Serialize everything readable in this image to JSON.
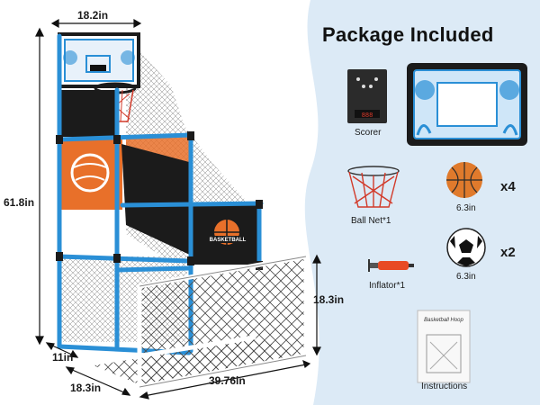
{
  "dimensions": {
    "width_top": "18.2in",
    "height_total": "61.8in",
    "height_goal": "18.3in",
    "depth_small": "11in",
    "depth_base": "18.3in",
    "length_total": "39.76in"
  },
  "package": {
    "title": "Package Included",
    "scorer_label": "Scorer",
    "scorer_display": "888",
    "ball_net_label": "Ball Net*1",
    "inflator_label": "Inflator*1",
    "instructions_label": "Instructions",
    "manual_title": "Basketball Hoop",
    "basketball_size": "6.3in",
    "basketball_qty": "x4",
    "soccer_size": "6.3in",
    "soccer_qty": "x2"
  },
  "product": {
    "panel_logo": "BASKETBALL"
  },
  "colors": {
    "frame_blue": "#2a8fd6",
    "frame_black": "#1b1b1b",
    "orange_panel": "#e8702a",
    "panel_bg": "#dbe9f5",
    "net_red": "#d23a2a"
  }
}
